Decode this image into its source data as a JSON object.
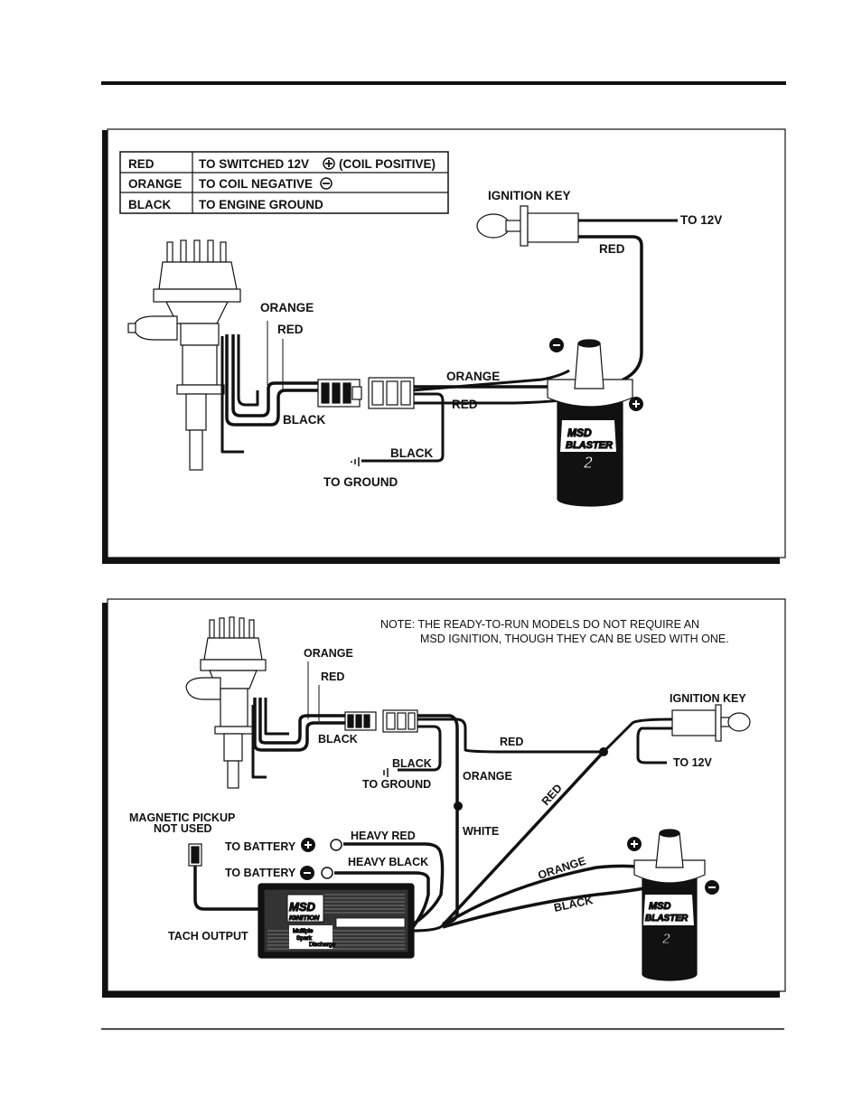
{
  "diagram1": {
    "legend": [
      {
        "color": "RED",
        "desc": "TO SWITCHED 12V",
        "symbol": "+",
        "suffix": "(COIL POSITIVE)"
      },
      {
        "color": "ORANGE",
        "desc": "TO COIL NEGATIVE",
        "symbol": "−",
        "suffix": ""
      },
      {
        "color": "BLACK",
        "desc": "TO ENGINE GROUND",
        "symbol": "",
        "suffix": ""
      }
    ],
    "labels": {
      "ignition_key": "IGNITION KEY",
      "to_12v": "TO 12V",
      "red_key": "RED",
      "orange_top": "ORANGE",
      "red_top": "RED",
      "orange_mid": "ORANGE",
      "red_mid": "RED",
      "black_left": "BLACK",
      "black_ground": "BLACK",
      "to_ground": "TO GROUND"
    },
    "coil": {
      "brand": "MSD",
      "model": "BLASTER",
      "number": "2",
      "neg": "−",
      "pos": "+"
    }
  },
  "diagram2": {
    "note_line1": "NOTE: THE READY-TO-RUN MODELS DO NOT REQUIRE AN",
    "note_line2": "MSD IGNITION, THOUGH THEY CAN BE USED WITH ONE.",
    "labels": {
      "orange_top": "ORANGE",
      "red_top": "RED",
      "black_left": "BLACK",
      "black_ground": "BLACK",
      "to_ground": "TO GROUND",
      "red_wire": "RED",
      "orange_wire": "ORANGE",
      "white_wire": "WHITE",
      "red_diag": "RED",
      "orange_diag": "ORANGE",
      "black_diag": "BLACK",
      "ignition_key": "IGNITION KEY",
      "to_12v": "TO 12V",
      "magnetic_pickup_1": "MAGNETIC PICKUP",
      "magnetic_pickup_2": "NOT USED",
      "to_battery_pos": "TO BATTERY",
      "to_battery_neg": "TO BATTERY",
      "heavy_red": "HEAVY RED",
      "heavy_black": "HEAVY BLACK",
      "tach_output": "TACH OUTPUT"
    },
    "box": {
      "brand": "MSD",
      "sub": "IGNITION",
      "line1": "Multiple",
      "line2": "Spark",
      "line3": "Discharge"
    },
    "coil": {
      "brand": "MSD",
      "model": "BLASTER",
      "number": "2",
      "neg": "−",
      "pos": "+"
    }
  }
}
